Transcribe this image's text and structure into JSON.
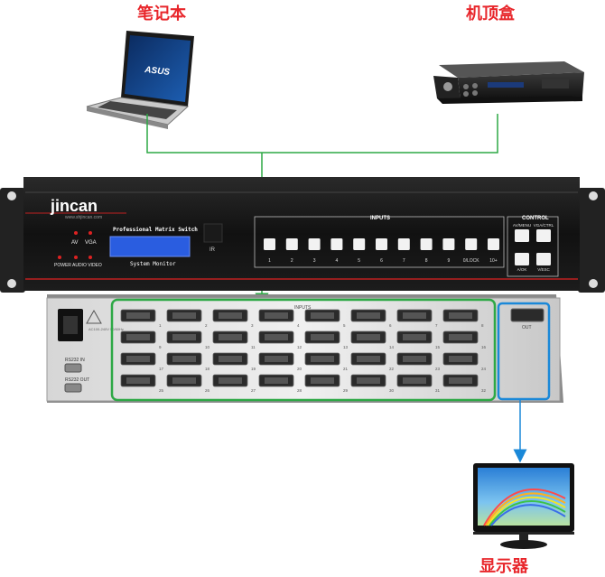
{
  "labels": {
    "laptop": "笔记本",
    "set_top_box": "机顶盒",
    "monitor": "显示器"
  },
  "front_panel": {
    "brand": "jincan",
    "brand_url": "www.shjincan.com",
    "title": "Professional Matrix Switch",
    "subtitle": "System Monitor",
    "ir_label": "IR",
    "indicators": [
      "AV",
      "VGA"
    ],
    "status_labels": "POWER AUDIO VIDEO",
    "inputs_label": "INPUTS",
    "input_buttons": [
      "1",
      "2",
      "3",
      "4",
      "5",
      "6",
      "7",
      "8",
      "9",
      "0/LOCK",
      "10+"
    ],
    "control_label": "CONTROL",
    "control_buttons": [
      "AV/MENU",
      "VGA/CTRL",
      "A/OK",
      "V/ESC"
    ]
  },
  "rear_panel": {
    "inputs_label": "INPUTS",
    "out_label": "OUT",
    "port_numbers": [
      [
        "1",
        "2",
        "3",
        "4",
        "5",
        "6",
        "7",
        "8"
      ],
      [
        "9",
        "10",
        "11",
        "12",
        "13",
        "14",
        "15",
        "16"
      ],
      [
        "17",
        "18",
        "19",
        "20",
        "21",
        "22",
        "23",
        "24"
      ],
      [
        "25",
        "26",
        "27",
        "28",
        "29",
        "30",
        "31",
        "32"
      ]
    ],
    "rs232_in": "RS232 IN",
    "rs232_out": "RS232 OUT",
    "power_text": "AC100-240V 50/60Hz"
  },
  "colors": {
    "label_red": "#e8262b",
    "input_line_green": "#2da845",
    "output_line_blue": "#1a88d8",
    "panel_black": "#141414",
    "lcd_blue": "#2a5de0"
  }
}
